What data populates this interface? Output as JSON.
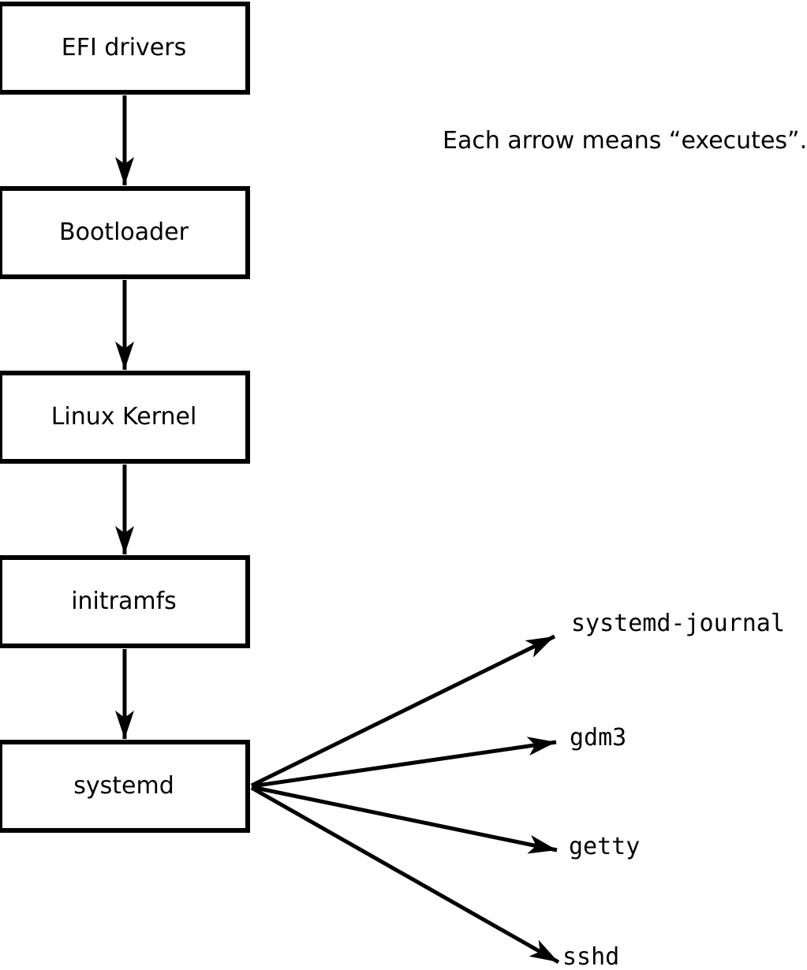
{
  "diagram": {
    "caption": "Each arrow means “executes”.",
    "colors": {
      "foreground": "#000000",
      "background": "#ffffff"
    },
    "nodes": [
      {
        "id": "efi-drivers",
        "label": "EFI drivers"
      },
      {
        "id": "bootloader",
        "label": "Bootloader"
      },
      {
        "id": "linux-kernel",
        "label": "Linux Kernel"
      },
      {
        "id": "initramfs",
        "label": "initramfs"
      },
      {
        "id": "systemd",
        "label": "systemd"
      }
    ],
    "spawned_processes": [
      {
        "id": "systemd-journal",
        "label": "systemd-journal"
      },
      {
        "id": "gdm3",
        "label": "gdm3"
      },
      {
        "id": "getty",
        "label": "getty"
      },
      {
        "id": "sshd",
        "label": "sshd"
      }
    ],
    "edges": [
      {
        "from": "efi-drivers",
        "to": "bootloader",
        "meaning": "executes"
      },
      {
        "from": "bootloader",
        "to": "linux-kernel",
        "meaning": "executes"
      },
      {
        "from": "linux-kernel",
        "to": "initramfs",
        "meaning": "executes"
      },
      {
        "from": "initramfs",
        "to": "systemd",
        "meaning": "executes"
      },
      {
        "from": "systemd",
        "to": "systemd-journal",
        "meaning": "executes"
      },
      {
        "from": "systemd",
        "to": "gdm3",
        "meaning": "executes"
      },
      {
        "from": "systemd",
        "to": "getty",
        "meaning": "executes"
      },
      {
        "from": "systemd",
        "to": "sshd",
        "meaning": "executes"
      }
    ]
  }
}
